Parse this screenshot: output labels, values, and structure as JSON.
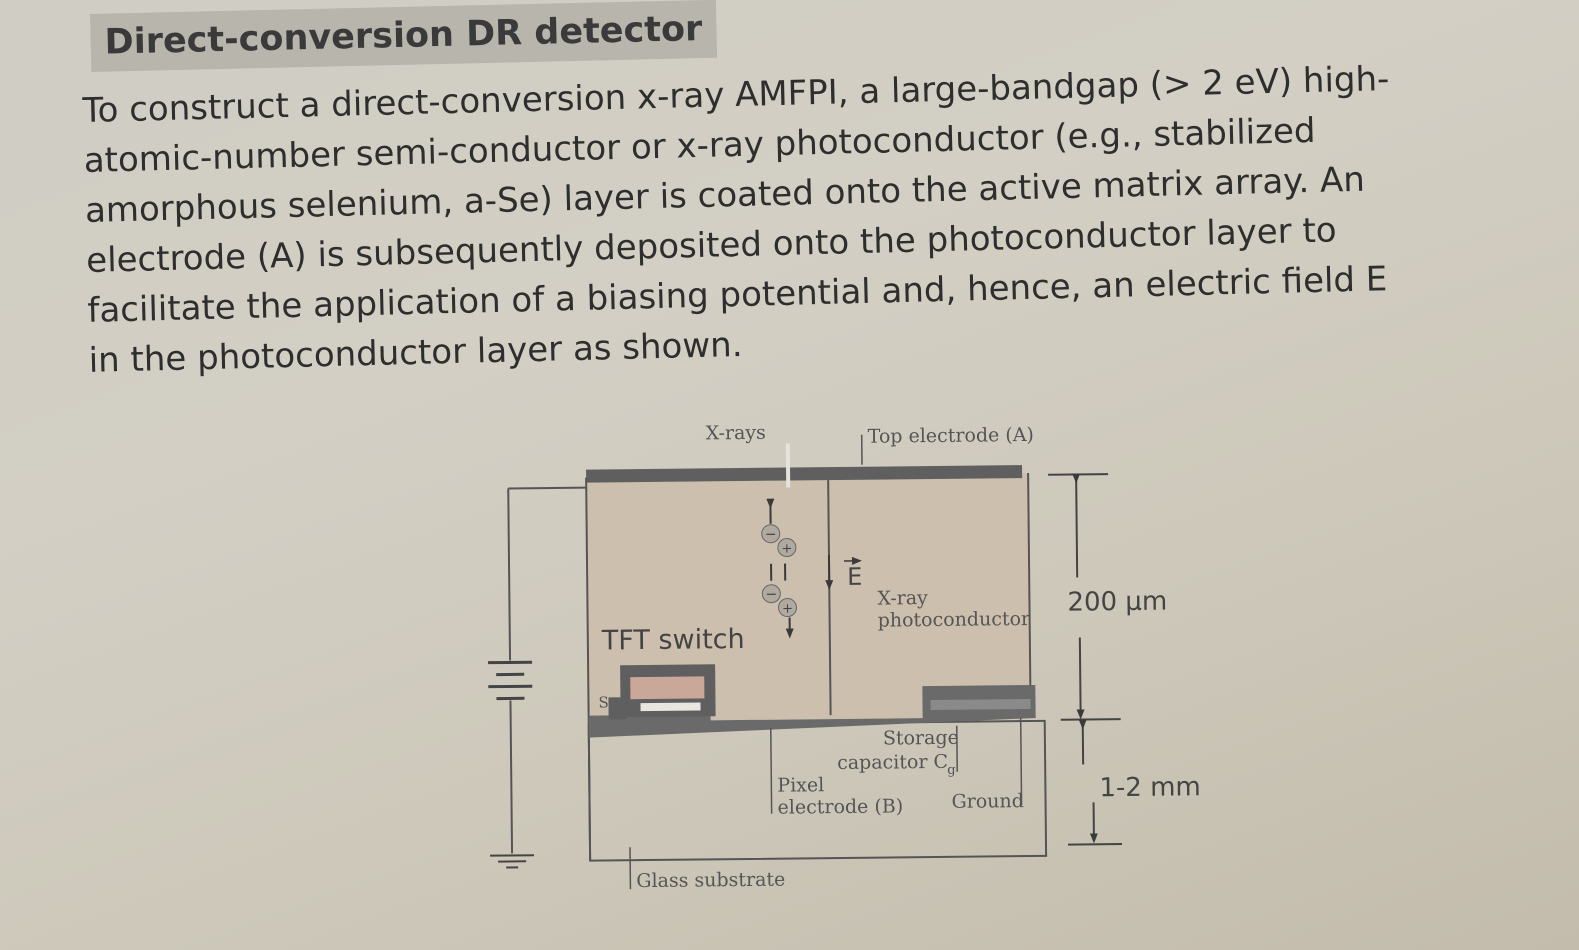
{
  "heading": "Direct-conversion DR detector",
  "paragraph_lines": [
    "To construct a direct-conversion x-ray AMFPI, a large-bandgap (> 2 eV) high-",
    "atomic-number semi-conductor or x-ray photoconductor (e.g., stabilized",
    "amorphous selenium, a-Se) layer is coated onto the active matrix array. An",
    "electrode (A) is subsequently deposited onto the photoconductor layer to",
    "facilitate the application of a biasing potential and, hence, an electric field E",
    "in the photoconductor layer as shown."
  ],
  "figure": {
    "xrays_label": "X-rays",
    "top_electrode_label": "Top electrode (A)",
    "field_label": "E",
    "photoconductor_line1": "X-ray",
    "photoconductor_line2": "photoconductor",
    "thickness_top": "200 µm",
    "tft_label": "TFT switch",
    "source_label": "S",
    "storage_line1": "Storage",
    "storage_line2": "capacitor C",
    "storage_sub": "g",
    "pixel_line1": "Pixel",
    "pixel_line2": "electrode (B)",
    "ground_label": "Ground",
    "thickness_bottom": "1-2 mm",
    "glass_label": "Glass substrate",
    "charge_negative": "−",
    "charge_positive": "+"
  },
  "colors": {
    "text": "#2e2e2e",
    "heading_band": "#b8b5ac",
    "electrode": "#5f5f5f",
    "photoconductor_fill": "#cdbfae",
    "charge_fill": "#b0a99f"
  }
}
